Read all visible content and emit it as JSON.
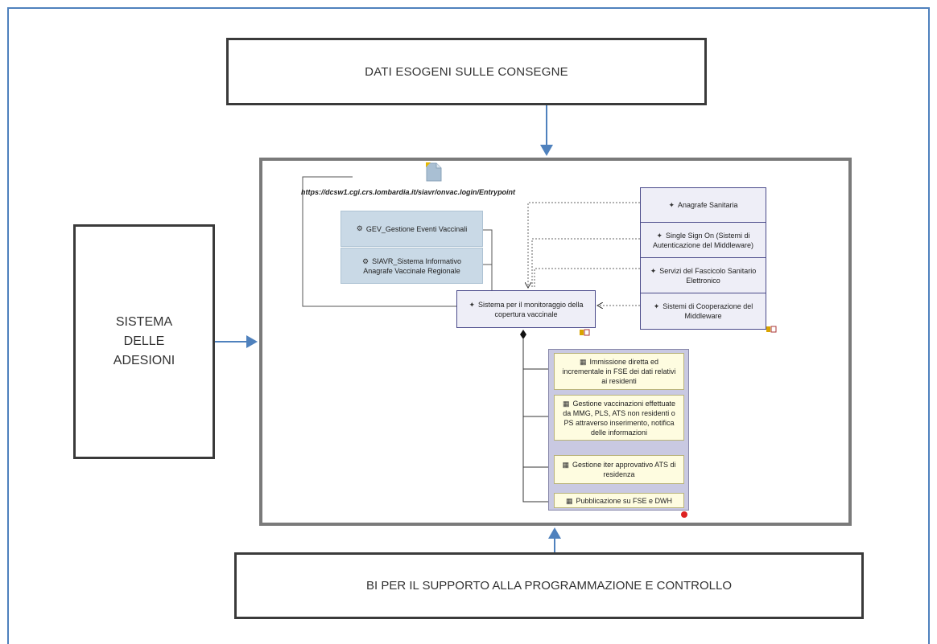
{
  "top_box": {
    "label": "DATI ESOGENI SULLE CONSEGNE"
  },
  "left_box": {
    "line1": "SISTEMA",
    "line2": "DELLE",
    "line3": "ADESIONI"
  },
  "bottom_box": {
    "label": "BI PER IL SUPPORTO ALLA PROGRAMMAZIONE E CONTROLLO"
  },
  "embedded": {
    "url": "https://dcsw1.cgi.crs.lombardia.it/siavr/onvac.login/Entrypoint",
    "gev": "GEV_Gestione Eventi Vaccinali",
    "siavr_line1": "SIAVR_Sistema Informativo",
    "siavr_line2": "Anagrafe Vaccinale Regionale",
    "central_line1": "Sistema per il monitoraggio della",
    "central_line2": "copertura vaccinale",
    "stack": [
      {
        "line1": "Anagrafe Sanitaria",
        "line2": ""
      },
      {
        "line1": "Single Sign On (Sistemi di",
        "line2": "Autenticazione del Middleware)"
      },
      {
        "line1": "Servizi del Fascicolo Sanitario",
        "line2": "Elettronico"
      },
      {
        "line1": "Sistemi di Cooperazione del",
        "line2": "Middleware"
      }
    ],
    "functions": [
      {
        "line1": "Immissione diretta ed",
        "line2": "incrementale in FSE dei dati relativi",
        "line3": "ai residenti",
        "line4": ""
      },
      {
        "line1": "Gestione vaccinazioni effettuate",
        "line2": "da MMG, PLS, ATS non residenti o",
        "line3": "PS attraverso inserimento, notifica",
        "line4": "delle informazioni"
      },
      {
        "line1": "Gestione iter approvativo ATS di",
        "line2": "residenza",
        "line3": "",
        "line4": ""
      },
      {
        "line1": "Pubblicazione su FSE e DWH",
        "line2": "",
        "line3": "",
        "line4": ""
      }
    ]
  },
  "colors": {
    "frame": "#4f81bd",
    "arrow": "#4f81bd",
    "box_border": "#3a3a3a"
  }
}
